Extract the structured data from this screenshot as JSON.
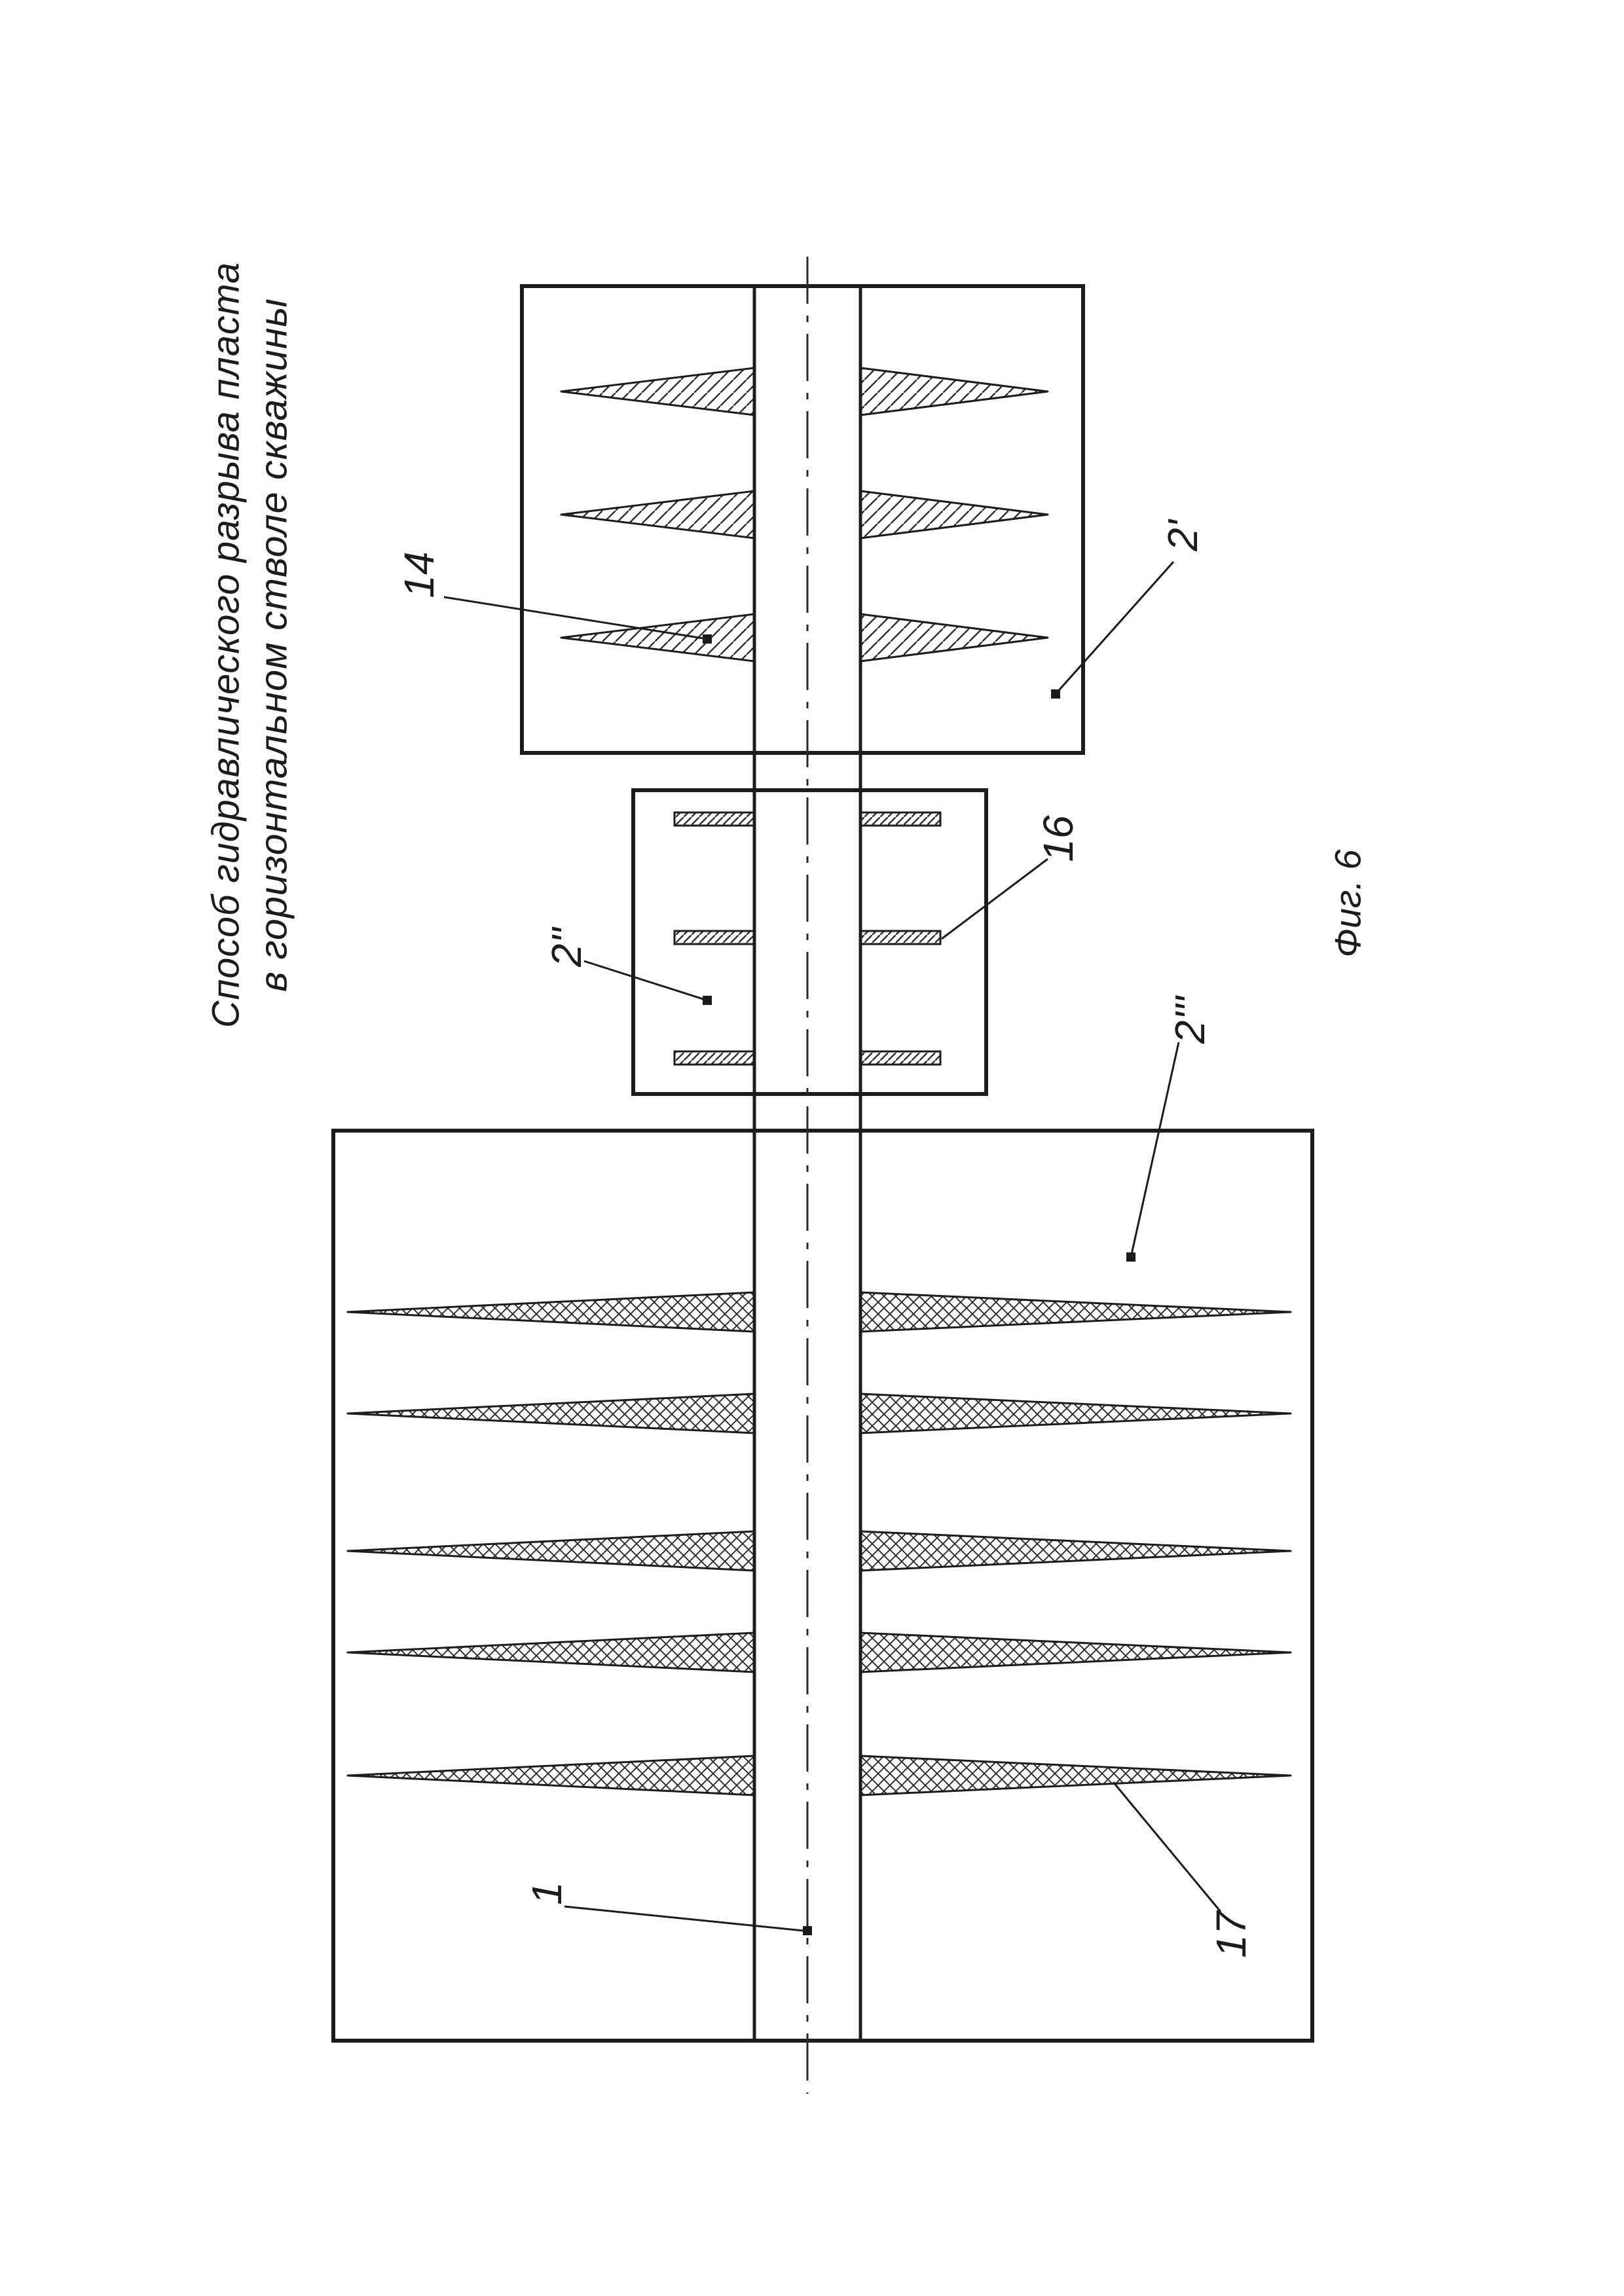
{
  "figure": {
    "title_line1": "Способ гидравлического разрыва пласта",
    "title_line2": "в горизонтальном стволе скважины",
    "caption": "Фиг. 6"
  },
  "labels": {
    "wellbore": "1",
    "interval_first": "2'",
    "interval_second": "2''",
    "interval_third": "2'''",
    "fracture_filled": "14",
    "perforations": "16",
    "fracture_propped": "17"
  },
  "colors": {
    "ink": "#1c1c1c",
    "paper": "#ffffff"
  }
}
